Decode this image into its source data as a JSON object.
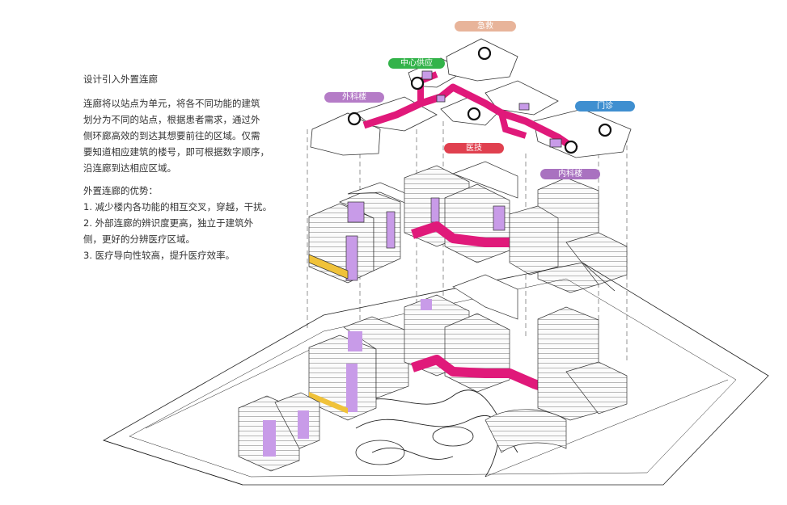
{
  "intro": {
    "title": "设计引入外置连廊",
    "desc_lines": [
      "连廊将以站点为单元，将各不同功能的建筑",
      "划分为不同的站点，根据患者需求，通过外",
      "侧环廊高效的到达其想要前往的区域。仅需",
      "要知道相应建筑的楼号，即可根据数字顺序，",
      "沿连廊到达相应区域。"
    ],
    "advantages_title": "外置连廊的优势：",
    "advantages": [
      "1. 减少楼内各功能的相互交叉，穿越，干扰。",
      "2. 外部连廊的辨识度更高，独立于建筑外",
      "侧，更好的分辨医疗区域。",
      "3. 医疗导向性较高，提升医疗效率。"
    ]
  },
  "tags": {
    "emergency": "急救",
    "central_supply": "中心供应",
    "surgery": "外科楼",
    "outpatient": "门诊",
    "medtech": "医技",
    "internal": "内科楼"
  },
  "colors": {
    "corridor": "#e0197a",
    "accent_purple": "#c89be8",
    "accent_yellow": "#f0c23a",
    "tag_emergency": "#e8b49a",
    "tag_central": "#33b34a",
    "tag_surgery": "#b57cc7",
    "tag_outpatient": "#3f8fd0",
    "tag_medtech": "#e0404f",
    "tag_internal": "#a972c0"
  }
}
